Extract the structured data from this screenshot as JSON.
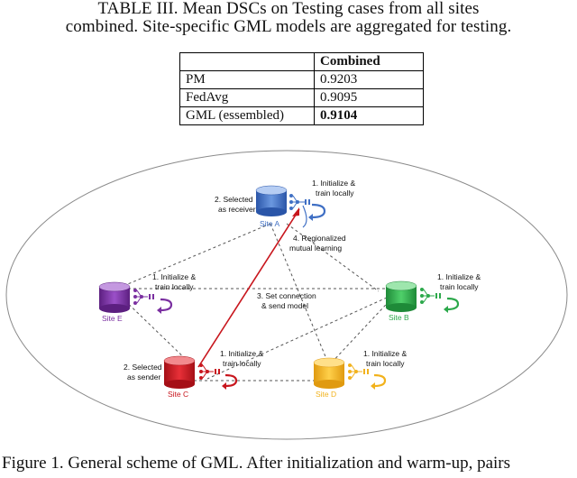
{
  "table": {
    "caption_line1": "TABLE III.        Mean DSCs on Testing cases from all sites",
    "caption_line2": "combined. Site-specific GML models are aggregated for testing.",
    "header": [
      "",
      "Combined"
    ],
    "rows": [
      [
        "PM",
        "0.9203"
      ],
      [
        "FedAvg",
        "0.9095"
      ],
      [
        "GML (essembled)",
        "0.9104"
      ]
    ]
  },
  "figure": {
    "sites": [
      {
        "label": "Site A",
        "color": "#3f6fc4"
      },
      {
        "label": "Site B",
        "color": "#2ba84a"
      },
      {
        "label": "Site C",
        "color": "#c8161d"
      },
      {
        "label": "Site D",
        "color": "#f2b21c"
      },
      {
        "label": "Site E",
        "color": "#7a2fa0"
      }
    ],
    "annotations": {
      "init_line1": "1. Initialize &",
      "init_line2": "train locally",
      "selected_receiver_1": "2. Selected",
      "selected_receiver_2": "as receiver",
      "selected_sender_1": "2. Selected",
      "selected_sender_2": "as sender",
      "connect_1": "3. Set connection",
      "connect_2": "& send model",
      "regional_1": "4. Regionalized",
      "regional_2": "mutual learning"
    },
    "caption": "Figure 1.  General scheme of GML. After initialization and warm-up, pairs"
  }
}
